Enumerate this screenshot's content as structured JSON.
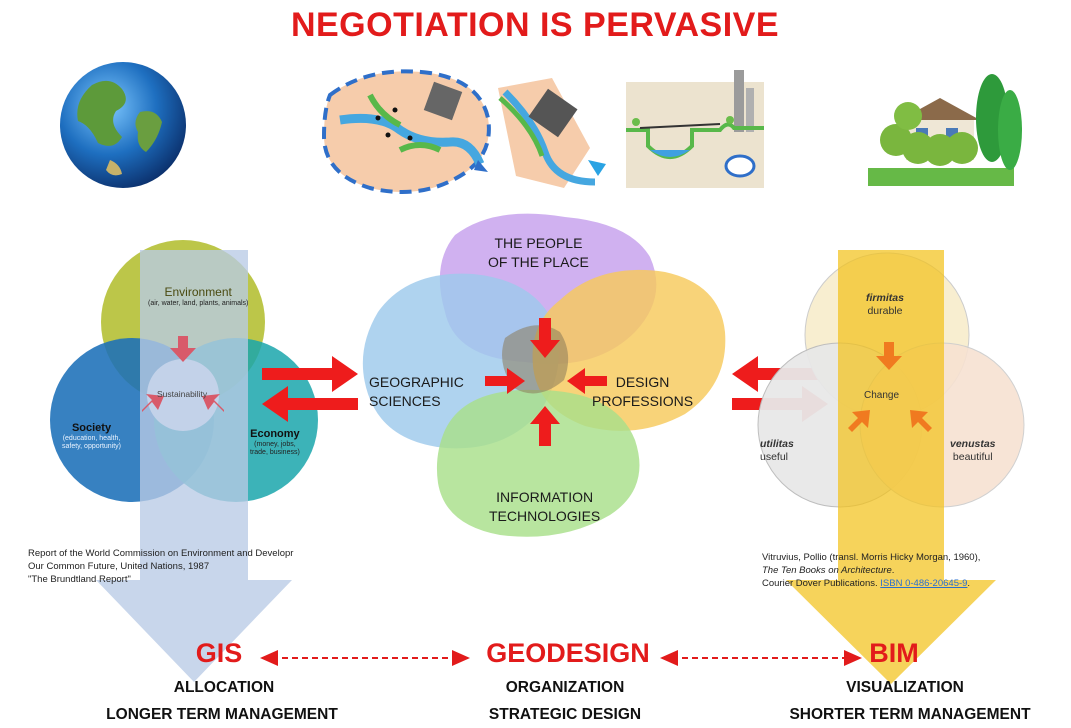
{
  "title": "NEGOTIATION IS PERVASIVE",
  "left_venn": {
    "environment": "Environment",
    "environment_detail": "(air, water, land, plants, animals)",
    "society": "Society",
    "society_detail_1": "(education, health,",
    "society_detail_2": "safety, opportunity)",
    "economy": "Economy",
    "economy_detail_1": "(money, jobs,",
    "economy_detail_2": "trade, business)",
    "center": "Sustainability"
  },
  "center_blobs": {
    "people_1": "THE PEOPLE",
    "people_2": "OF THE PLACE",
    "geo_1": "GEOGRAPHIC",
    "geo_2": "SCIENCES",
    "design_1": "DESIGN",
    "design_2": "PROFESSIONS",
    "info_1": "INFORMATION",
    "info_2": "TECHNOLOGIES"
  },
  "right_venn": {
    "firmitas": "firmitas",
    "firmitas_en": "durable",
    "utilitas": "utilitas",
    "utilitas_en": "useful",
    "venustas": "venustas",
    "venustas_en": "beautiful",
    "center": "Change"
  },
  "left_reference": {
    "line1": "Report of the World Commission on Environment and Developr",
    "line2": "Our Common Future,  United Nations, 1987",
    "line3": "\"The Brundtland Report\""
  },
  "right_reference": {
    "line1": "Vitruvius, Pollio (transl. Morris Hicky Morgan, 1960),",
    "line2_italic": "The Ten Books on Architecture",
    "line2_end": ".",
    "line3_text": "Courier Dover Publications. ",
    "line3_link": "ISBN 0-486-20645-9",
    "line3_end": "."
  },
  "bottom": {
    "gis": "GIS",
    "geodesign": "GEODESIGN",
    "bim": "BIM",
    "gis_sub1": "ALLOCATION",
    "gis_sub2": "LONGER TERM MANAGEMENT",
    "geo_sub1": "ORGANIZATION",
    "geo_sub2": "STRATEGIC DESIGN",
    "bim_sub1": "VISUALIZATION",
    "bim_sub2": "SHORTER TERM MANAGEMENT"
  },
  "icons": [
    "globe-icon",
    "watershed-map-icon",
    "river-grid-map-icon",
    "streetscape-section-icon",
    "house-with-trees-icon"
  ],
  "colors": {
    "accent_red": "#e21b1b",
    "gis_arrow": "#b8cbe6",
    "bim_arrow": "#f3c21c",
    "people_blob": "#c9a6ee",
    "geo_blob": "#9ec9ec",
    "design_blob": "#f6c95c",
    "info_blob": "#a8df8a",
    "env_circle": "#b6c13a",
    "society_circle": "#1b6fb8",
    "economy_circle": "#1aa6ac"
  }
}
